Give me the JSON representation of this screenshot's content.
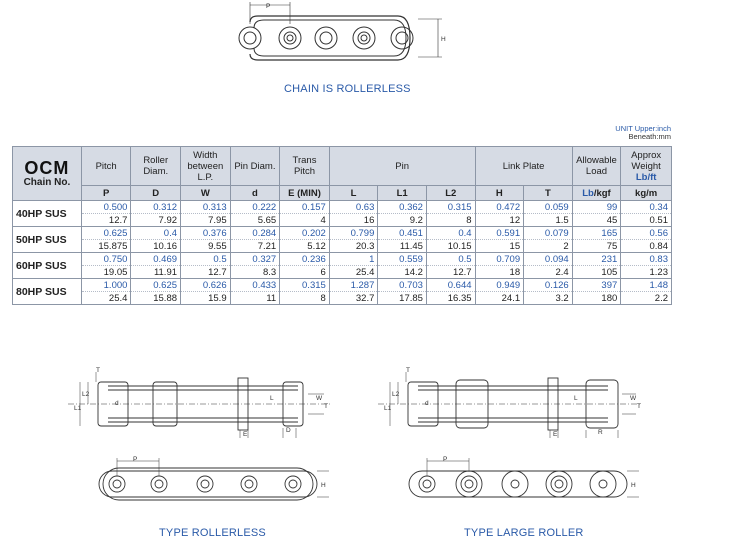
{
  "captions": {
    "top": "CHAIN IS ROLLERLESS",
    "bottom_left": "TYPE ROLLERLESS",
    "bottom_right": "TYPE LARGE ROLLER"
  },
  "unit": {
    "line1": "UNIT Upper:inch",
    "line2": "Beneath:mm"
  },
  "dim_labels": {
    "P": "P",
    "H": "H",
    "T": "T",
    "L": "L",
    "L1": "L1",
    "L2": "L2",
    "W": "W",
    "d": "d",
    "D": "D",
    "E": "E",
    "R": "R"
  },
  "table": {
    "brand": "OCM",
    "chain_no": "Chain No.",
    "headers": {
      "pitch": "Pitch",
      "roller": "Roller Diam.",
      "width": "Width between L.P.",
      "pin_diam": "Pin Diam.",
      "trans": "Trans Pitch",
      "pin": "Pin",
      "link_plate": "Link Plate",
      "load": "Allowable Load",
      "weight": "Approx Weight",
      "weight_unit": "Lb/ft"
    },
    "symbols": {
      "p": "P",
      "d_roller": "D",
      "w": "W",
      "d_pin": "d",
      "e": "E (MIN)",
      "l": "L",
      "l1": "L1",
      "l2": "L2",
      "h": "H",
      "t": "T",
      "load_unit_a": "Lb",
      "load_unit_b": "/kgf",
      "weight_unit": "kg/m"
    },
    "rows": [
      {
        "model": "40HP SUS",
        "inch": [
          "0.500",
          "0.312",
          "0.313",
          "0.222",
          "0.157",
          "0.63",
          "0.362",
          "0.315",
          "0.472",
          "0.059",
          "99",
          "0.34"
        ],
        "mm": [
          "12.7",
          "7.92",
          "7.95",
          "5.65",
          "4",
          "16",
          "9.2",
          "8",
          "12",
          "1.5",
          "45",
          "0.51"
        ]
      },
      {
        "model": "50HP SUS",
        "inch": [
          "0.625",
          "0.4",
          "0.376",
          "0.284",
          "0.202",
          "0.799",
          "0.451",
          "0.4",
          "0.591",
          "0.079",
          "165",
          "0.56"
        ],
        "mm": [
          "15.875",
          "10.16",
          "9.55",
          "7.21",
          "5.12",
          "20.3",
          "11.45",
          "10.15",
          "15",
          "2",
          "75",
          "0.84"
        ]
      },
      {
        "model": "60HP SUS",
        "inch": [
          "0.750",
          "0.469",
          "0.5",
          "0.327",
          "0.236",
          "1",
          "0.559",
          "0.5",
          "0.709",
          "0.094",
          "231",
          "0.83"
        ],
        "mm": [
          "19.05",
          "11.91",
          "12.7",
          "8.3",
          "6",
          "25.4",
          "14.2",
          "12.7",
          "18",
          "2.4",
          "105",
          "1.23"
        ]
      },
      {
        "model": "80HP SUS",
        "inch": [
          "1.000",
          "0.625",
          "0.626",
          "0.433",
          "0.315",
          "1.287",
          "0.703",
          "0.644",
          "0.949",
          "0.126",
          "397",
          "1.48"
        ],
        "mm": [
          "25.4",
          "15.88",
          "15.9",
          "11",
          "8",
          "32.7",
          "17.85",
          "16.35",
          "24.1",
          "3.2",
          "180",
          "2.2"
        ]
      }
    ]
  }
}
